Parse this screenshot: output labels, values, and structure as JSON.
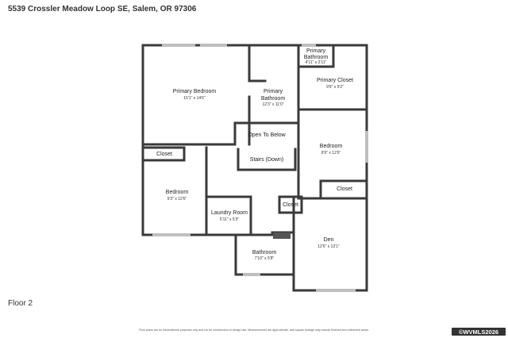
{
  "listing": {
    "address": "5539 Crossler Meadow Loop SE, Salem, OR 97306",
    "floor": "Floor 2",
    "disclaimer": "Floor plans are for informational purposes only and not for construction or design use. Measurements are approximate, and square footage may include finished and unfinished areas.",
    "copyright": "©WVMLS2026"
  },
  "rooms": {
    "primary_bedroom": {
      "name": "Primary Bedroom",
      "dims": "15'1\" x 14'6\""
    },
    "primary_bathroom": {
      "name_line1": "Primary",
      "name_line2": "Bathroom",
      "dims": "12'3\" x 11'0\""
    },
    "primary_bathroom_wc": {
      "name_line1": "Primary",
      "name_line2": "Bathroom",
      "dims": "4'11\" x 2'11\""
    },
    "primary_closet": {
      "name": "Primary Closet",
      "dims": "9'9\" x 9'2\""
    },
    "open_to_below": {
      "name": "Open To Below"
    },
    "stairs": {
      "name": "Stairs (Down)"
    },
    "bedroom_right": {
      "name": "Bedroom",
      "dims": "9'9\" x 12'6\""
    },
    "closet_right": {
      "name": "Closet"
    },
    "closet_left": {
      "name": "Closet"
    },
    "bedroom_left": {
      "name": "Bedroom",
      "dims": "9'3\" x 12'6\""
    },
    "laundry_room": {
      "name": "Laundry Room",
      "dims": "5'11\" x 5'3\""
    },
    "closet_small": {
      "name": "Closet"
    },
    "den": {
      "name": "Den",
      "dims": "12'6\" x 13'1\""
    },
    "bathroom": {
      "name": "Bathroom",
      "dims": "7'10\" x 5'8\""
    }
  },
  "colors": {
    "wall": "#3a3a3a",
    "window": "#bfbfbf",
    "badge": "#333333"
  }
}
